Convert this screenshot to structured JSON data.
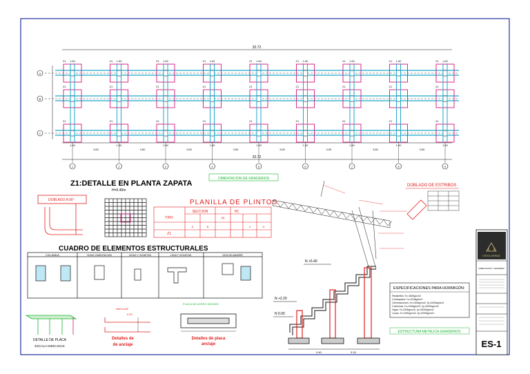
{
  "plan": {
    "total_dim_top": "32.72",
    "total_dim_bottom": "32.72",
    "footing_dim": "1.60",
    "span_dim": "3.80",
    "axis_numbers": [
      "1",
      "2",
      "3",
      "4",
      "5",
      "6",
      "7",
      "8",
      "9"
    ],
    "row_letters": [
      "A",
      "B",
      "C"
    ],
    "footing_tag": "Z1",
    "cimentacion_label": "CIMENTACION DE GRADERIOS"
  },
  "zapata": {
    "title": "Z1:DETALLE EN PLANTA ZAPATA",
    "height": "H=0.45m",
    "doblado_label": "DOBLADO A 90°"
  },
  "planilla": {
    "title": "PLANILLA DE PLINTOS",
    "header_seccion": "SECCION",
    "header_h": "H",
    "header_ha": "H1",
    "col_labels": [
      "A",
      "B",
      "h",
      "H"
    ],
    "row_tipo": "TIPO",
    "row_z1": "Z1"
  },
  "estribos": {
    "title": "DOBLADO DE ESTRIBOS"
  },
  "cuadro": {
    "title": "CUADRO DE ELEMENTOS ESTRUCTURALES",
    "headers": [
      "COLUMNAS",
      "VIGAS CIMENTACION",
      "VIGAS Y VIGUETAS",
      "LOSA Y VIGUETAS",
      "VIGA DE AMARRE"
    ]
  },
  "detalles": {
    "placa_caption_1": "DETALLE DE PLACA",
    "placa_caption_2": "ESCALA    INDICADAS",
    "anclaje_caption_1": "Detalles de",
    "anclaje_caption_2": "de anclaje",
    "placa_anclaje_1": "Detalles de placa",
    "placa_anclaje_2": "anclaje",
    "dim_anclaje": "0.20",
    "anclaje_label": "ANCLAJE",
    "placa_label": "PLACA DE ACERO 300X300"
  },
  "levels": {
    "n540": "N +5.40",
    "n220": "N +2.20",
    "n000": "N 0.00"
  },
  "especificaciones": {
    "title": "ESPECIFICACIONES PARA HORMIGÓN:",
    "lines": [
      "Replantillo: f'c=180kg/cm2",
      "Contrapisos: f'c=210kg/cm2",
      "Cimentaciones: f'c=240kg/cm2, fy=4200kg/cm2",
      "Columnas: f'c=240kg/cm2, fy=4200kg/cm2",
      "Vigas: f'c=240kg/cm2, fy=4200kg/cm2",
      "Losas: f'c=240kg/cm2, fy=4200kg/cm2"
    ],
    "link": "ESTRUCTURA METALICA GRADERIOS"
  },
  "graderio": {
    "dim_a": "3.40",
    "dim_b": "3.15"
  },
  "titleblock": {
    "brand": "VISTA VERDE",
    "sheet_code": "ES-1",
    "title": "CIMENTACION Y GRADERIO"
  },
  "colors": {
    "frame": "#1f2d9e",
    "footing": "#d4127a",
    "beam": "#1aa6c9",
    "red": "#e21c1c",
    "green": "#16b52f",
    "dark": "#111111"
  }
}
